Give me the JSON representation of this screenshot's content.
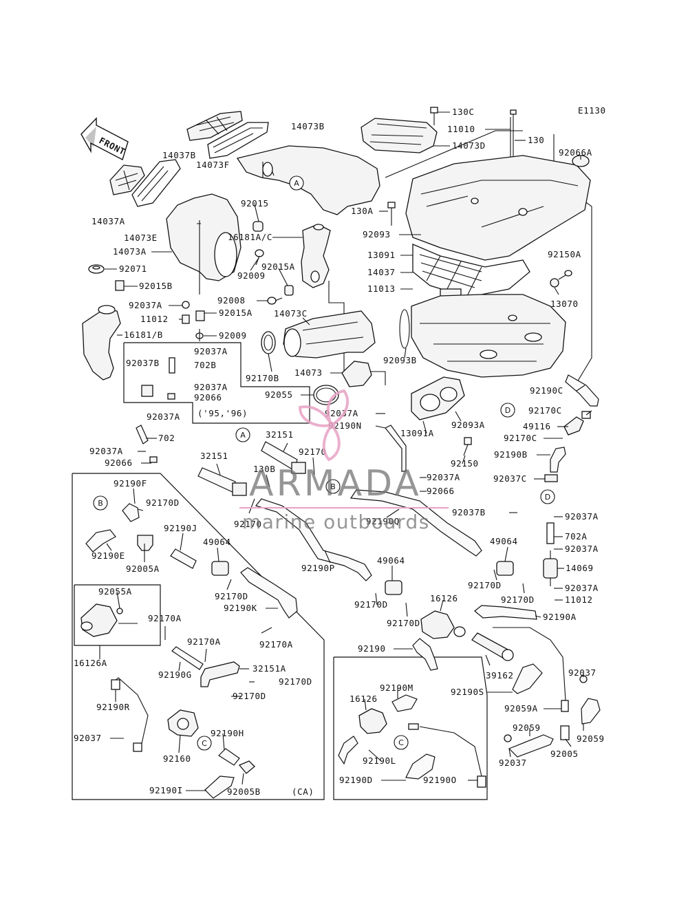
{
  "diagram_code": "E1130",
  "front_label": "FRONT",
  "variant_note": "('95,'96)",
  "region_note": "(CA)",
  "watermark": {
    "brand": "ARMADA",
    "tagline": "marine outboards",
    "accent": "#e7a2c4",
    "gray": "#6e6e6e"
  },
  "callouts": {
    "A": "A",
    "B": "B",
    "C": "C",
    "D": "D"
  },
  "labels": {
    "p130C": "130C",
    "p11010": "11010",
    "p130": "130",
    "p14073B": "14073B",
    "p14037B": "14037B",
    "p14073F": "14073F",
    "p14073D": "14073D",
    "p92066A": "92066A",
    "p14037A": "14037A",
    "p92015": "92015",
    "p130A": "130A",
    "p92093": "92093",
    "p14073E": "14073E",
    "p16181AC": "16181A/C",
    "p14073A": "14073A",
    "p13091": "13091",
    "p92150A": "92150A",
    "p92071": "92071",
    "p92009a": "92009",
    "p92015A": "92015A",
    "p14037": "14037",
    "p92015B": "92015B",
    "p11013": "11013",
    "p13070": "13070",
    "p92037A_1": "92037A",
    "p92008": "92008",
    "p11012_1": "11012",
    "p92015A_2": "92015A",
    "p14073C": "14073C",
    "p16181B": "16181/B",
    "p92009b": "92009",
    "p92037A_2": "92037A",
    "p702B": "702B",
    "p92037B": "92037B",
    "p92093B": "92093B",
    "p92170B": "92170B",
    "p14073": "14073",
    "p92037A_3": "92037A",
    "p92066_1": "92066",
    "p92055": "92055",
    "p92190C": "92190C",
    "p92037A_4": "92037A",
    "p92037A_5": "92037A",
    "p92190N": "92190N",
    "p13091A": "13091A",
    "p92093A": "92093A",
    "p92170C_1": "92170C",
    "p49116": "49116",
    "p702": "702",
    "p92170C_2": "92170C",
    "p32151_1": "32151",
    "p92037A_6": "92037A",
    "p92170": "92170",
    "p92150": "92150",
    "p92190B": "92190B",
    "p92066_2": "92066",
    "p32151_2": "32151",
    "p130B": "130B",
    "p92037A_7": "92037A",
    "p92066_3": "92066",
    "p92037C": "92037C",
    "p92190F": "92190F",
    "p92170D_1": "92170D",
    "p92170_2": "92170",
    "p92190Q": "92190Q",
    "p92037B_2": "92037B",
    "p92037A_8": "92037A",
    "p702A": "702A",
    "p92190J": "92190J",
    "p49064_1": "49064",
    "p92037A_9": "92037A",
    "p92190E": "92190E",
    "p92005A": "92005A",
    "p92190P": "92190P",
    "p49064_2": "49064",
    "p49064_3": "49064",
    "p14069": "14069",
    "p92170D_2": "92170D",
    "p92170D_3": "92170D",
    "p92037A_10": "92037A",
    "p92055A": "92055A",
    "p92190K": "92190K",
    "p92170D_4": "92170D",
    "p92170D_5": "92170D",
    "p11012_2": "11012",
    "p16126_1": "16126",
    "p92190A": "92190A",
    "p92170A_1": "92170A",
    "p92170D_6": "92170D",
    "p92170A_2": "92170A",
    "p16126A": "16126A",
    "p92190": "92190",
    "p92170A_3": "92170A",
    "p32151A": "32151A",
    "p92190G": "92190G",
    "p39162": "39162",
    "p92037_1": "92037",
    "p92170D_7": "92170D",
    "p92190S": "92190S",
    "p92190R": "92190R",
    "p92170D_8": "92170D",
    "p92059A": "92059A",
    "p92190M": "92190M",
    "p16126_2": "16126",
    "p92037_2": "92037",
    "p92059_1": "92059",
    "p92190H": "92190H",
    "p92059_2": "92059",
    "p92160": "92160",
    "p92005": "92005",
    "p92190L": "92190L",
    "p92037_3": "92037",
    "p92190D": "92190D",
    "p92190O": "92190O",
    "p92190I": "92190I",
    "p92005B": "92005B"
  }
}
